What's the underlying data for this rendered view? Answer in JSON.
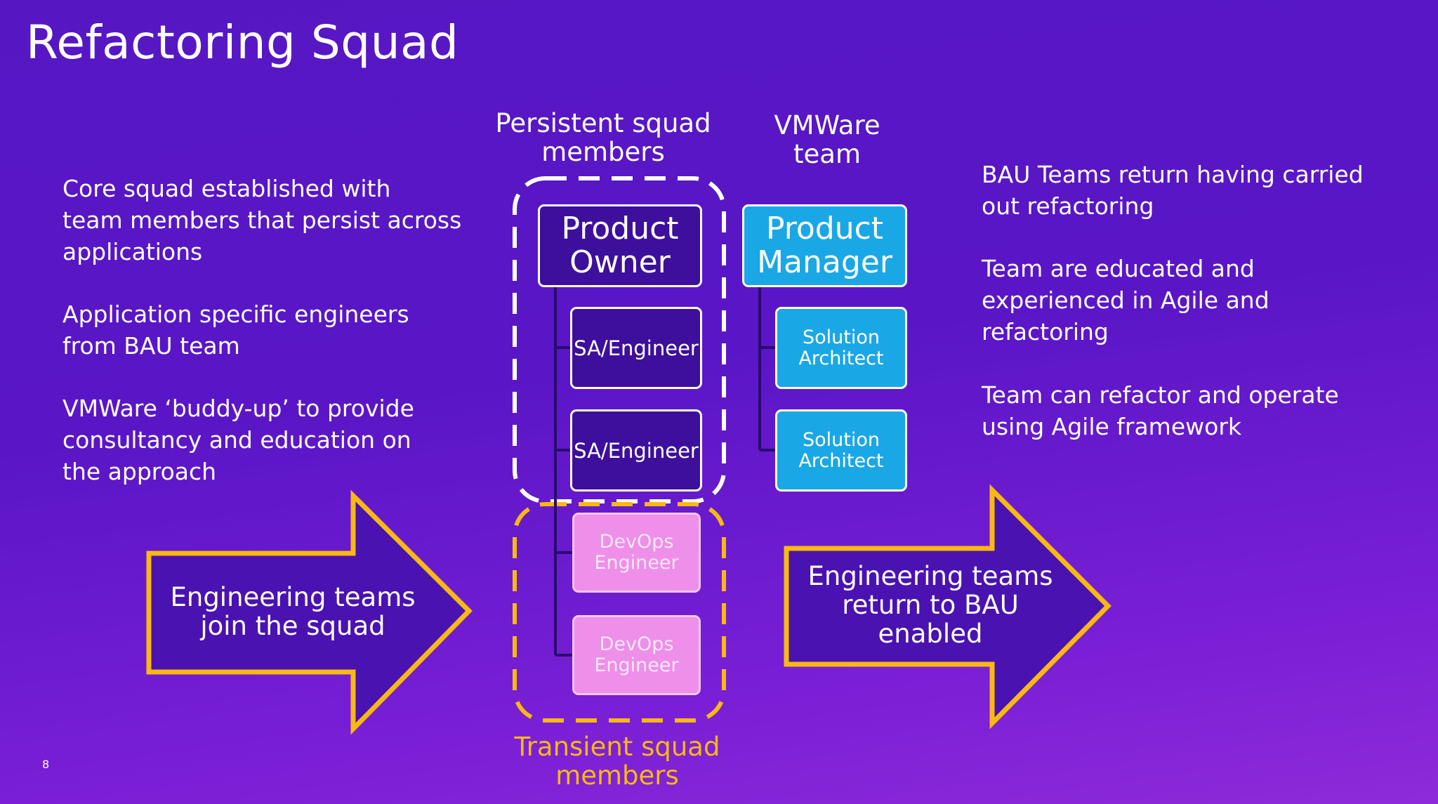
{
  "slide": {
    "title": "Refactoring Squad",
    "page_number": "8"
  },
  "left_text": {
    "p1": [
      "Core squad established with",
      "team members that  persist across",
      "applications"
    ],
    "p2": [
      "Application specific engineers",
      "from BAU team"
    ],
    "p3": [
      "VMWare ‘buddy-up’ to provide",
      "consultancy and education on",
      "the approach"
    ]
  },
  "right_text": {
    "p1": [
      "BAU Teams return having carried",
      "out refactoring"
    ],
    "p2": [
      "Team are educated and",
      "experienced in Agile and",
      "refactoring"
    ],
    "p3": [
      "Team can refactor and operate",
      "using Agile framework"
    ]
  },
  "headings": {
    "persistent": [
      "Persistent squad",
      "members"
    ],
    "vmware": [
      "VMWare",
      "team"
    ],
    "transient": [
      "Transient squad",
      "members"
    ]
  },
  "boxes": {
    "product_owner": [
      "Product",
      "Owner"
    ],
    "sa_engineer_1": "SA/Engineer",
    "sa_engineer_2": "SA/Engineer",
    "devops_1": [
      "DevOps",
      "Engineer"
    ],
    "devops_2": [
      "DevOps",
      "Engineer"
    ],
    "product_manager": [
      "Product",
      "Manager"
    ],
    "solution_architect_1": [
      "Solution",
      "Architect"
    ],
    "solution_architect_2": [
      "Solution",
      "Architect"
    ]
  },
  "arrows": {
    "left": [
      "Engineering teams",
      "join the squad"
    ],
    "right": [
      "Engineering teams",
      "return to BAU",
      "enabled"
    ]
  },
  "colors": {
    "background": "#5617c3",
    "box_purple": "#3d0f9c",
    "box_blue": "#1aa7e6",
    "box_pink": "#ee8fe9",
    "accent_yellow": "#f7b912",
    "arrow_fill": "#4a12b0"
  }
}
